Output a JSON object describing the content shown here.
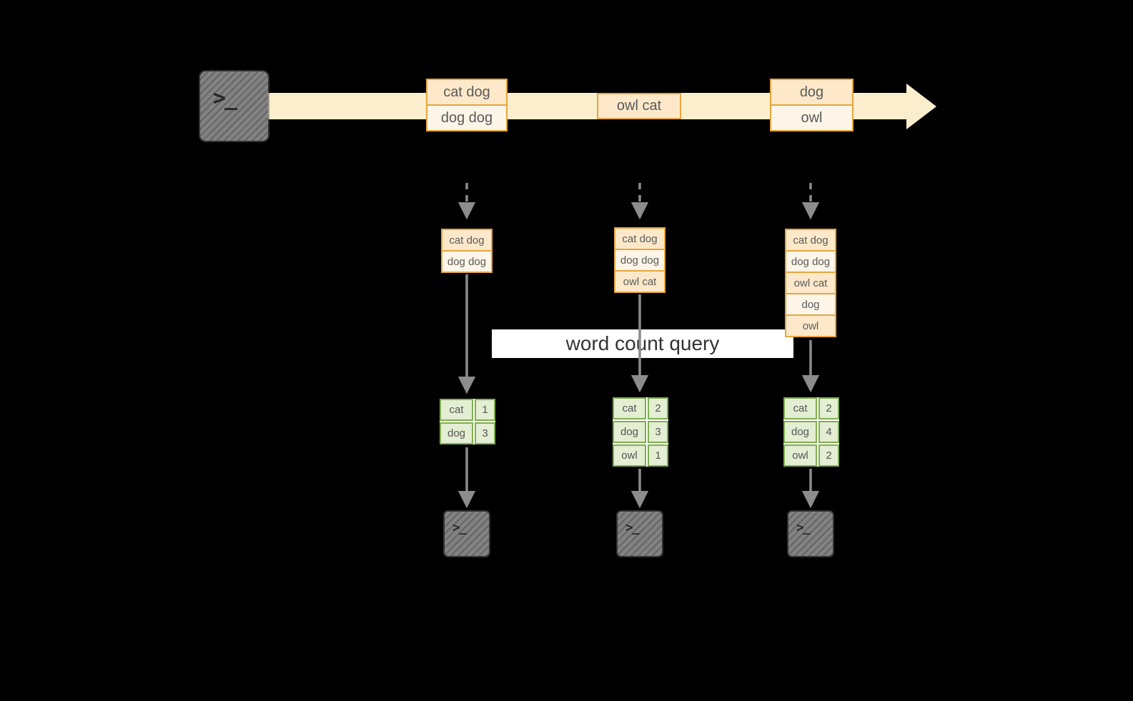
{
  "title": "word count query",
  "icons": {
    "prompt": ">_"
  },
  "colors": {
    "background": "#000000",
    "stream_fill": "#fbeecd",
    "event_border": "#e8a53c",
    "event_fill_dark": "#fde9ca",
    "event_fill_light": "#fdf5e8",
    "table_border": "#7fae4f",
    "table_fill": "#e4eed3",
    "arrow_gray": "#8c8c8c",
    "label_bg": "#ffffff",
    "text": "#555555"
  },
  "stream": {
    "events": [
      {
        "rows": [
          "cat dog",
          "dog dog"
        ]
      },
      {
        "rows": [
          "owl cat"
        ]
      },
      {
        "rows": [
          "dog",
          "owl"
        ]
      }
    ]
  },
  "columns": [
    {
      "records": [
        "cat dog",
        "dog dog"
      ],
      "counts": [
        {
          "word": "cat",
          "count": "1"
        },
        {
          "word": "dog",
          "count": "3"
        }
      ]
    },
    {
      "records": [
        "cat dog",
        "dog dog",
        "owl cat"
      ],
      "counts": [
        {
          "word": "cat",
          "count": "2"
        },
        {
          "word": "dog",
          "count": "3"
        },
        {
          "word": "owl",
          "count": "1"
        }
      ]
    },
    {
      "records": [
        "cat dog",
        "dog dog",
        "owl cat",
        "dog",
        "owl"
      ],
      "counts": [
        {
          "word": "cat",
          "count": "2"
        },
        {
          "word": "dog",
          "count": "4"
        },
        {
          "word": "owl",
          "count": "2"
        }
      ]
    }
  ]
}
